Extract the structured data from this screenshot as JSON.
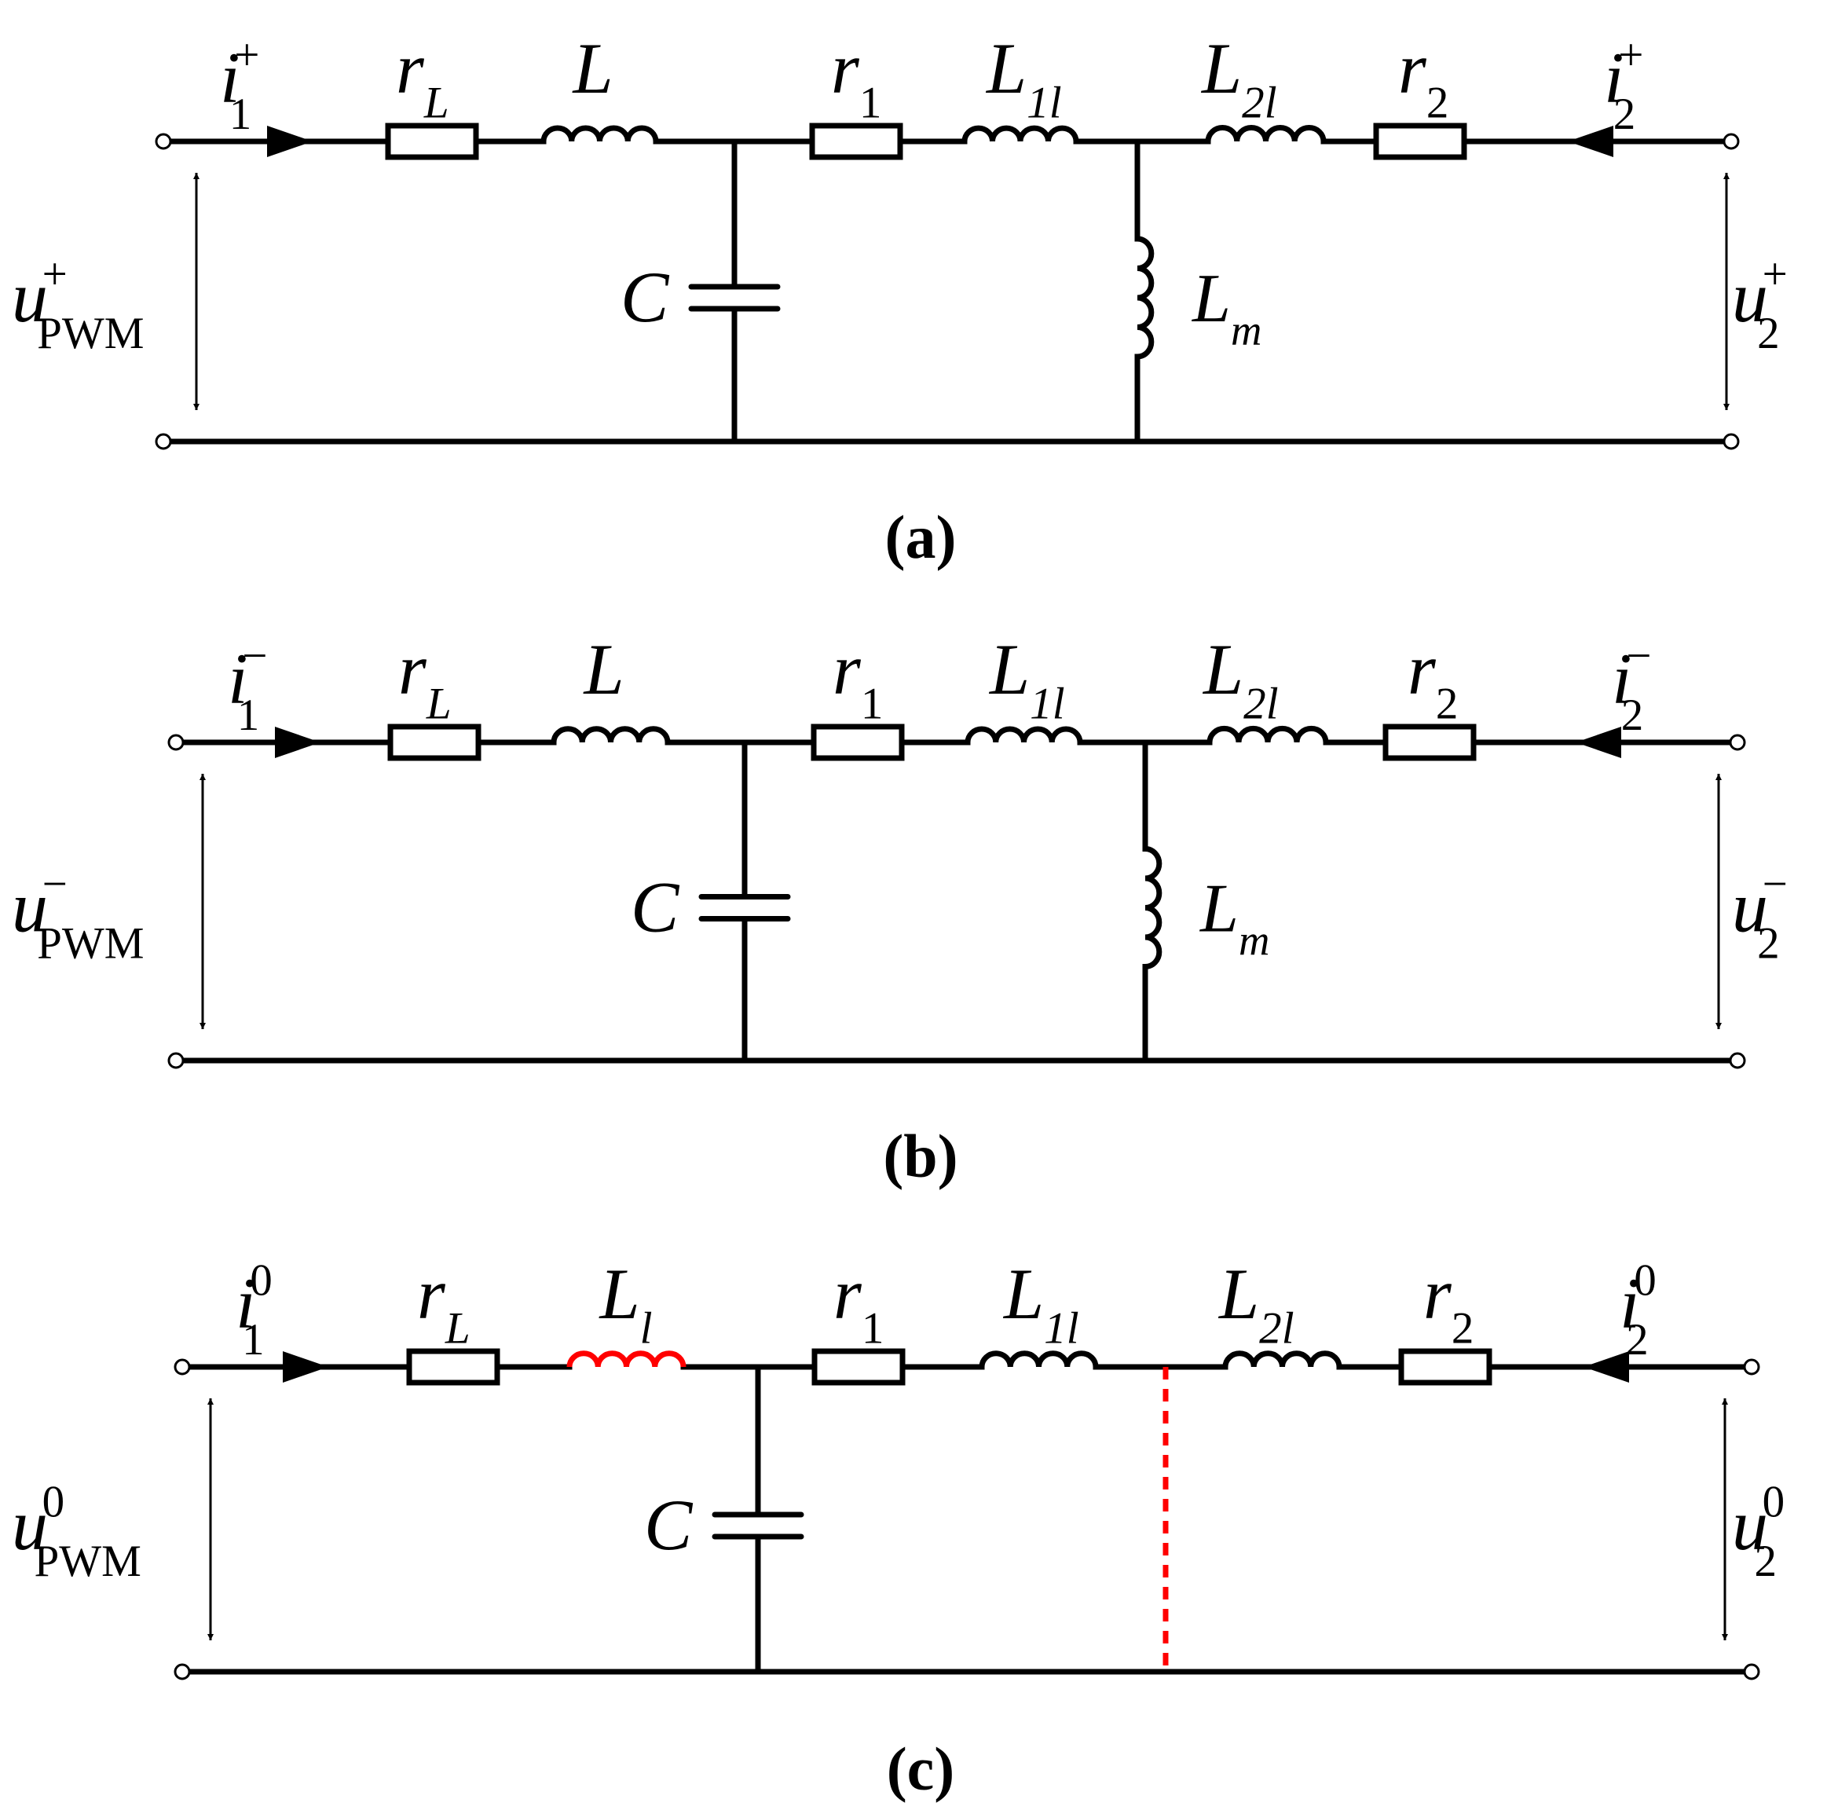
{
  "colors": {
    "wire": "#000000",
    "highlight": "#ff0000"
  },
  "panels": [
    {
      "caption": "(a)",
      "u_pwm": {
        "main": "u",
        "sup": "+",
        "sub": "PWM"
      },
      "i1": {
        "main": "i",
        "sup": "+",
        "sub": "1"
      },
      "i2": {
        "main": "i",
        "sup": "+",
        "sub": "2"
      },
      "u2": {
        "main": "u",
        "sup": "+",
        "sub": "2"
      },
      "rL": {
        "main": "r",
        "sub": "L"
      },
      "L": {
        "main": "L",
        "sub": ""
      },
      "r1": {
        "main": "r",
        "sub": "1"
      },
      "L1l": {
        "main": "L",
        "sub": "1l"
      },
      "L2l": {
        "main": "L",
        "sub": "2l"
      },
      "r2": {
        "main": "r",
        "sub": "2"
      },
      "C": {
        "main": "C"
      },
      "Lm": {
        "main": "L",
        "sub": "m"
      }
    },
    {
      "caption": "(b)",
      "u_pwm": {
        "main": "u",
        "sup": "−",
        "sub": "PWM"
      },
      "i1": {
        "main": "i",
        "sup": "−",
        "sub": "1"
      },
      "i2": {
        "main": "i",
        "sup": "−",
        "sub": "2"
      },
      "u2": {
        "main": "u",
        "sup": "−",
        "sub": "2"
      },
      "rL": {
        "main": "r",
        "sub": "L"
      },
      "L": {
        "main": "L",
        "sub": ""
      },
      "r1": {
        "main": "r",
        "sub": "1"
      },
      "L1l": {
        "main": "L",
        "sub": "1l"
      },
      "L2l": {
        "main": "L",
        "sub": "2l"
      },
      "r2": {
        "main": "r",
        "sub": "2"
      },
      "C": {
        "main": "C"
      },
      "Lm": {
        "main": "L",
        "sub": "m"
      }
    },
    {
      "caption": "(c)",
      "u_pwm": {
        "main": "u",
        "sup": "0",
        "sub": "PWM"
      },
      "i1": {
        "main": "i",
        "sup": "0",
        "sub": "1"
      },
      "i2": {
        "main": "i",
        "sup": "0",
        "sub": "2"
      },
      "u2": {
        "main": "u",
        "sup": "0",
        "sub": "2"
      },
      "rL": {
        "main": "r",
        "sub": "L"
      },
      "L": {
        "main": "L",
        "sub": "l"
      },
      "r1": {
        "main": "r",
        "sub": "1"
      },
      "L1l": {
        "main": "L",
        "sub": "1l"
      },
      "L2l": {
        "main": "L",
        "sub": "2l"
      },
      "r2": {
        "main": "r",
        "sub": "2"
      },
      "C": {
        "main": "C"
      },
      "Lm": null
    }
  ]
}
